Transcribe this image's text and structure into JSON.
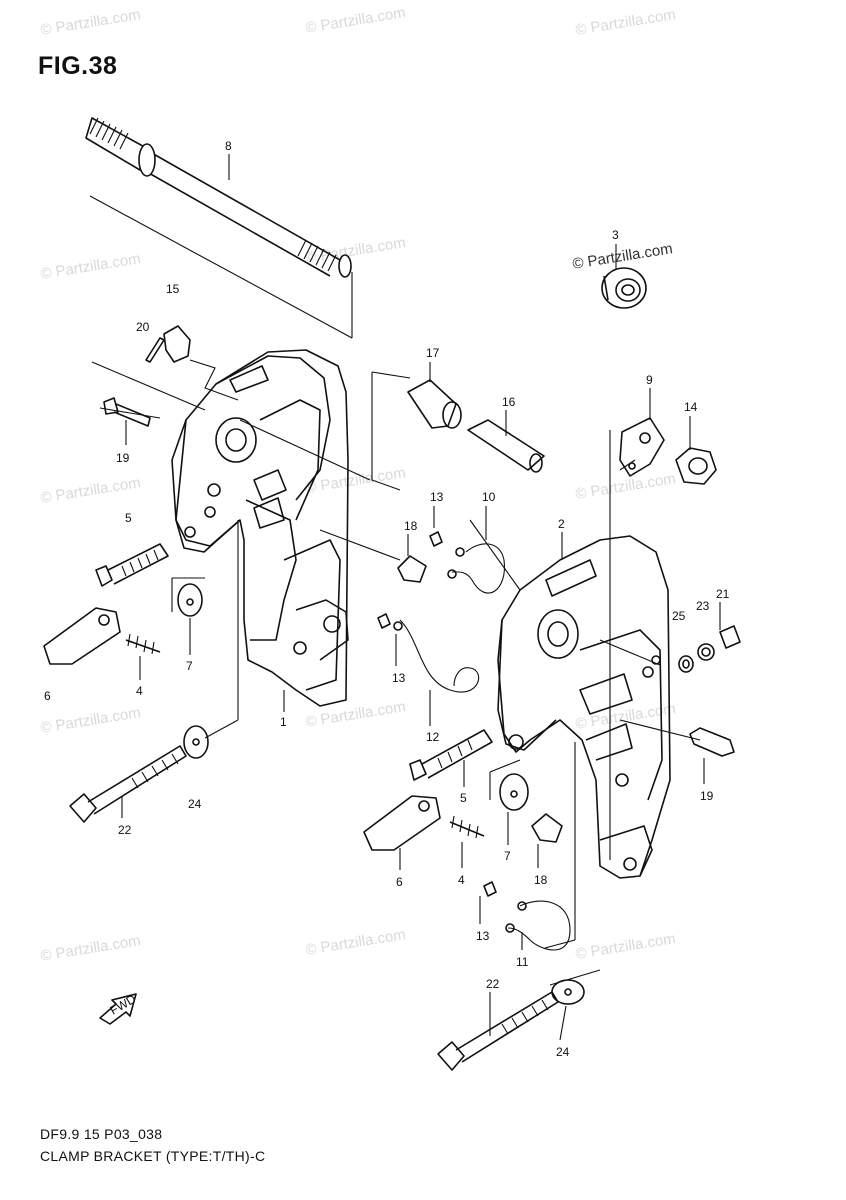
{
  "figure": {
    "title": "FIG.38"
  },
  "footer": {
    "code": "DF9.9 15 P03_038",
    "title": "CLAMP BRACKET (TYPE:T/TH)-C"
  },
  "watermark": {
    "text": "© Partzilla.com",
    "emphasis_text": "© Partzilla.com"
  },
  "direction_marker": {
    "label": "FWD"
  },
  "callouts": [
    "8",
    "15",
    "3",
    "20",
    "17",
    "16",
    "9",
    "14",
    "19",
    "13",
    "10",
    "5",
    "18",
    "2",
    "21",
    "23",
    "25",
    "7",
    "6",
    "4",
    "13",
    "1",
    "12",
    "5",
    "19",
    "24",
    "22",
    "7",
    "6",
    "4",
    "18",
    "13",
    "11",
    "22",
    "24"
  ],
  "colors": {
    "ink": "#111111",
    "watermark": "#d9d9d9"
  }
}
